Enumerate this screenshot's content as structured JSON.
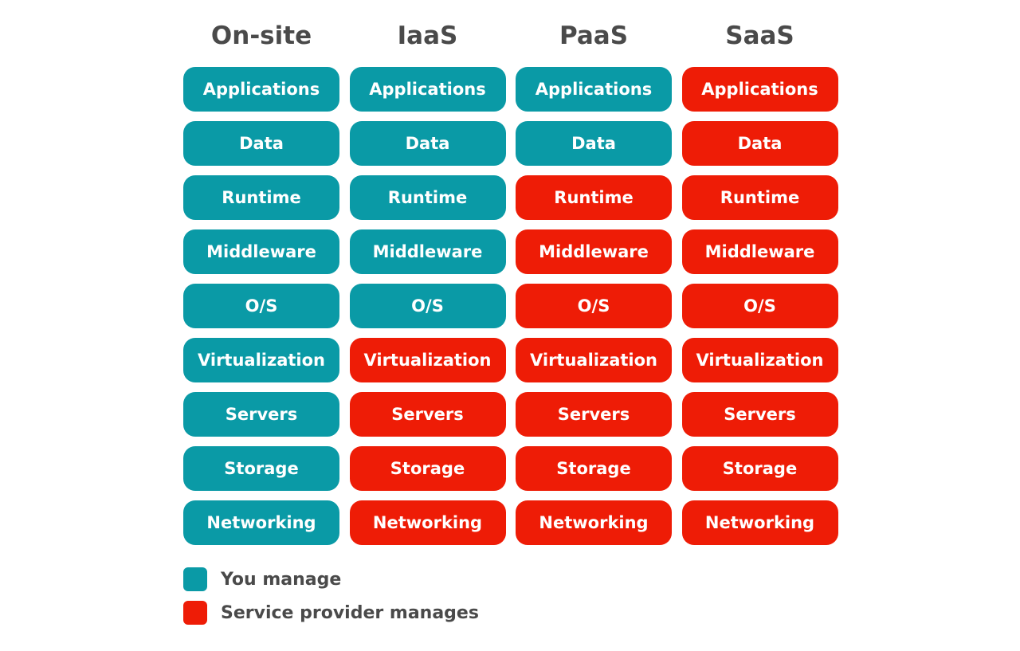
{
  "colors": {
    "you_manage": "#0a9aa6",
    "provider_manages": "#ee1c06",
    "header_text": "#4a4a4a"
  },
  "columns": [
    {
      "title": "On-site",
      "layers": [
        {
          "label": "Applications",
          "managed_by": "you"
        },
        {
          "label": "Data",
          "managed_by": "you"
        },
        {
          "label": "Runtime",
          "managed_by": "you"
        },
        {
          "label": "Middleware",
          "managed_by": "you"
        },
        {
          "label": "O/S",
          "managed_by": "you"
        },
        {
          "label": "Virtualization",
          "managed_by": "you"
        },
        {
          "label": "Servers",
          "managed_by": "you"
        },
        {
          "label": "Storage",
          "managed_by": "you"
        },
        {
          "label": "Networking",
          "managed_by": "you"
        }
      ]
    },
    {
      "title": "IaaS",
      "layers": [
        {
          "label": "Applications",
          "managed_by": "you"
        },
        {
          "label": "Data",
          "managed_by": "you"
        },
        {
          "label": "Runtime",
          "managed_by": "you"
        },
        {
          "label": "Middleware",
          "managed_by": "you"
        },
        {
          "label": "O/S",
          "managed_by": "you"
        },
        {
          "label": "Virtualization",
          "managed_by": "provider"
        },
        {
          "label": "Servers",
          "managed_by": "provider"
        },
        {
          "label": "Storage",
          "managed_by": "provider"
        },
        {
          "label": "Networking",
          "managed_by": "provider"
        }
      ]
    },
    {
      "title": "PaaS",
      "layers": [
        {
          "label": "Applications",
          "managed_by": "you"
        },
        {
          "label": "Data",
          "managed_by": "you"
        },
        {
          "label": "Runtime",
          "managed_by": "provider"
        },
        {
          "label": "Middleware",
          "managed_by": "provider"
        },
        {
          "label": "O/S",
          "managed_by": "provider"
        },
        {
          "label": "Virtualization",
          "managed_by": "provider"
        },
        {
          "label": "Servers",
          "managed_by": "provider"
        },
        {
          "label": "Storage",
          "managed_by": "provider"
        },
        {
          "label": "Networking",
          "managed_by": "provider"
        }
      ]
    },
    {
      "title": "SaaS",
      "layers": [
        {
          "label": "Applications",
          "managed_by": "provider"
        },
        {
          "label": "Data",
          "managed_by": "provider"
        },
        {
          "label": "Runtime",
          "managed_by": "provider"
        },
        {
          "label": "Middleware",
          "managed_by": "provider"
        },
        {
          "label": "O/S",
          "managed_by": "provider"
        },
        {
          "label": "Virtualization",
          "managed_by": "provider"
        },
        {
          "label": "Servers",
          "managed_by": "provider"
        },
        {
          "label": "Storage",
          "managed_by": "provider"
        },
        {
          "label": "Networking",
          "managed_by": "provider"
        }
      ]
    }
  ],
  "legend": [
    {
      "key": "you",
      "label": "You manage"
    },
    {
      "key": "provider",
      "label": "Service provider manages"
    }
  ]
}
